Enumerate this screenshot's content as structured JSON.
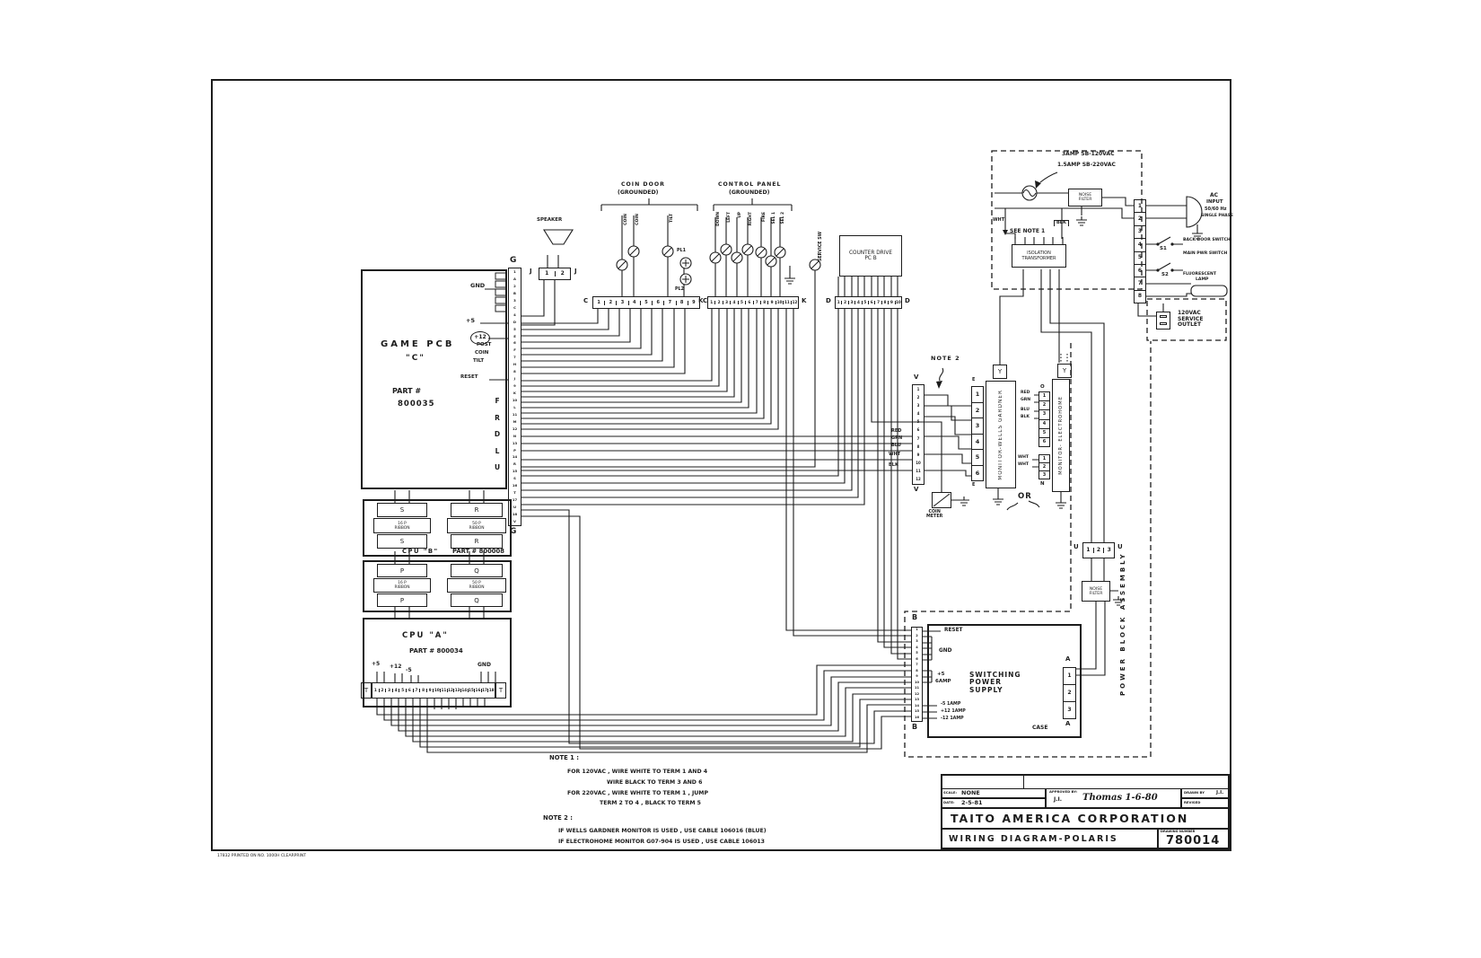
{
  "footer_print": "17832      PRINTED ON NO. 1000H CLEARPRINT",
  "game_pcb": {
    "title": "GAME PCB",
    "subtitle": "\"C\"",
    "part_label": "PART #",
    "part_number": "800035",
    "gnd": "GND",
    "p5": "+5",
    "p12": "+12",
    "post": "POST",
    "coin": "COIN",
    "tilt": "TILT",
    "reset": "RESET",
    "signals": [
      "F",
      "R",
      "D",
      "L",
      "U"
    ],
    "conn": "G",
    "pins": [
      "1",
      "A",
      "2",
      "B",
      "3",
      "C",
      "4",
      "D",
      "5",
      "E",
      "6",
      "F",
      "7",
      "H",
      "8",
      "J",
      "9",
      "K",
      "10",
      "L",
      "11",
      "M",
      "12",
      "N",
      "13",
      "P",
      "14",
      "R",
      "15",
      "S",
      "16",
      "T",
      "17",
      "U",
      "18",
      "V"
    ]
  },
  "speaker": {
    "label": "SPEAKER",
    "conn": "J",
    "pins": [
      "1",
      "2"
    ]
  },
  "coin_door": {
    "title": "COIN DOOR",
    "subtitle": "(GROUNDED)",
    "switches": [
      "COIN",
      "COIN",
      "TILT"
    ],
    "lamp1": "PL1",
    "lamp2": "PL2",
    "conn": "C",
    "pins": [
      "1",
      "2",
      "3",
      "4",
      "5",
      "6",
      "7",
      "8",
      "9"
    ]
  },
  "control_panel": {
    "title": "CONTROL PANEL",
    "subtitle": "(GROUNDED)",
    "buttons": [
      "DOWN",
      "LEFT",
      "UP",
      "RIGHT",
      "FIRE",
      "SEL 1",
      "SEL 2"
    ],
    "conn": "K",
    "pins": [
      "1",
      "2",
      "3",
      "4",
      "5",
      "6",
      "7",
      "8",
      "9",
      "10",
      "11",
      "12"
    ]
  },
  "service_sw": "SERVICE SW",
  "counter": {
    "title": "COUNTER DRIVE",
    "subtitle": "PC B",
    "conn": "D",
    "pins": [
      "1",
      "2",
      "3",
      "4",
      "5",
      "6",
      "7",
      "8",
      "9",
      "10"
    ]
  },
  "note2_ptr": "NOTE 2",
  "vconn": {
    "conn": "V",
    "pins": [
      "1",
      "2",
      "3",
      "4",
      "5",
      "6",
      "7",
      "8",
      "9",
      "10",
      "11",
      "12"
    ],
    "labels": [
      "RED",
      "GRN",
      "BLU",
      "WHT",
      "BLK"
    ]
  },
  "monitor_wg": {
    "econn": "E",
    "epins": [
      "1",
      "2",
      "3",
      "4",
      "5",
      "6"
    ],
    "body": "MONITOR-WELLS GARDNER",
    "plug": "Y"
  },
  "or_label": "OR",
  "monitor_eh": {
    "oconn": "O",
    "opins": [
      "1",
      "2",
      "3",
      "4",
      "5",
      "6"
    ],
    "olabels": [
      "RED",
      "GRN",
      "BLU",
      "BLK"
    ],
    "nconn": "N",
    "npins": [
      "1",
      "2",
      "3"
    ],
    "nlabels": [
      "WHT",
      "WHT"
    ],
    "body": "MONITOR- ELECTROHOME",
    "plug": "Y"
  },
  "coin_meter": {
    "line1": "COIN",
    "line2": "METER"
  },
  "ac_section": {
    "fuse1": "3AMP SB-120VAC",
    "fuse2": "1.5AMP SB-220VAC",
    "nf1": "NOISE",
    "nf2": "FILTER",
    "wht": "WHT",
    "blk": "BLK",
    "see_note": "SEE NOTE 1",
    "iso1": "ISOLATION",
    "iso2": "TRANSFORMER",
    "pins": [
      "1",
      "2",
      "3",
      "4",
      "5",
      "6",
      "7",
      "8"
    ],
    "s1": "S1",
    "s2": "S2",
    "back_door": "BACK DOOR SWITCH",
    "main_pwr": "MAIN PWR SWITCH",
    "ac1": "AC",
    "ac2": "INPUT",
    "ac3": "50/60 Hz",
    "ac4": "SINGLE PHASE",
    "fl1": "FLUORESCENT",
    "fl2": "LAMP"
  },
  "outlet": {
    "l1": "120VAC",
    "l2": "SERVICE",
    "l3": "OUTLET"
  },
  "power_block": {
    "uconn": "U",
    "upins": [
      "1",
      "2",
      "3"
    ],
    "nf1": "NOISE",
    "nf2": "FILTER",
    "assembly": "POWER BLOCK ASSEMBLY"
  },
  "psu": {
    "conn": "B",
    "pins": [
      "1",
      "2",
      "3",
      "4",
      "5",
      "6",
      "7",
      "8",
      "9",
      "10",
      "11",
      "12",
      "13",
      "14",
      "15",
      "16"
    ],
    "reset": "RESET",
    "gnd": "GND",
    "p5a": "+5",
    "p5b": "6AMP",
    "m5": "-5  1AMP",
    "p12": "+12  1AMP",
    "m12": "-12  1AMP",
    "t1": "SWITCHING",
    "t2": "POWER",
    "t3": "SUPPLY",
    "case_label": "CASE",
    "aconn": "A",
    "apins": [
      "1",
      "2",
      "3"
    ]
  },
  "cpu_b": {
    "title": "CPU \"B\"",
    "part": "PART # 800008",
    "s": "S",
    "r": "R",
    "p": "P",
    "q": "Q",
    "r16a": "16 P",
    "r16b": "RIBBON",
    "r50a": "50 P",
    "r50b": "RIBBON"
  },
  "cpu_a": {
    "title": "CPU \"A\"",
    "part": "PART # 800034",
    "p5": "+5",
    "p12": "+12",
    "m5": "-5",
    "gnd": "GND",
    "conn": "T",
    "pins": [
      "1",
      "2",
      "3",
      "4",
      "5",
      "6",
      "7",
      "8",
      "9",
      "10",
      "11",
      "12",
      "13",
      "14",
      "15",
      "16",
      "17",
      "18"
    ]
  },
  "notes": {
    "n1_title": "NOTE 1 :",
    "n1": [
      "FOR 120VAC , WIRE WHITE TO TERM 1 AND 4",
      "WIRE BLACK TO TERM 3 AND 6",
      "FOR 220VAC , WIRE WHITE TO TERM 1 , JUMP",
      "TERM 2 TO 4 , BLACK TO TERM 5"
    ],
    "n2_title": "NOTE 2 :",
    "n2": [
      "IF WELLS GARDNER MONITOR IS USED , USE CABLE 106016 (BLUE)",
      "IF ELECTROHOME MONITOR G07-904 IS USED , USE CABLE 106013"
    ]
  },
  "title_block": {
    "scale_label": "SCALE:",
    "scale_value": "NONE",
    "date_label": "DATE:",
    "date_value": "2-5-81",
    "approved_label": "APPROVED BY:",
    "approved_value": "J.I.",
    "approved_sig": "Thomas 1-6-80",
    "drawn_label": "DRAWN BY",
    "drawn_value": "J.I.",
    "revised_label": "REVISED",
    "company": "TAITO AMERICA CORPORATION",
    "drawing_title": "WIRING DIAGRAM-POLARIS",
    "number_label": "DRAWING NUMBER",
    "number": "780014"
  }
}
